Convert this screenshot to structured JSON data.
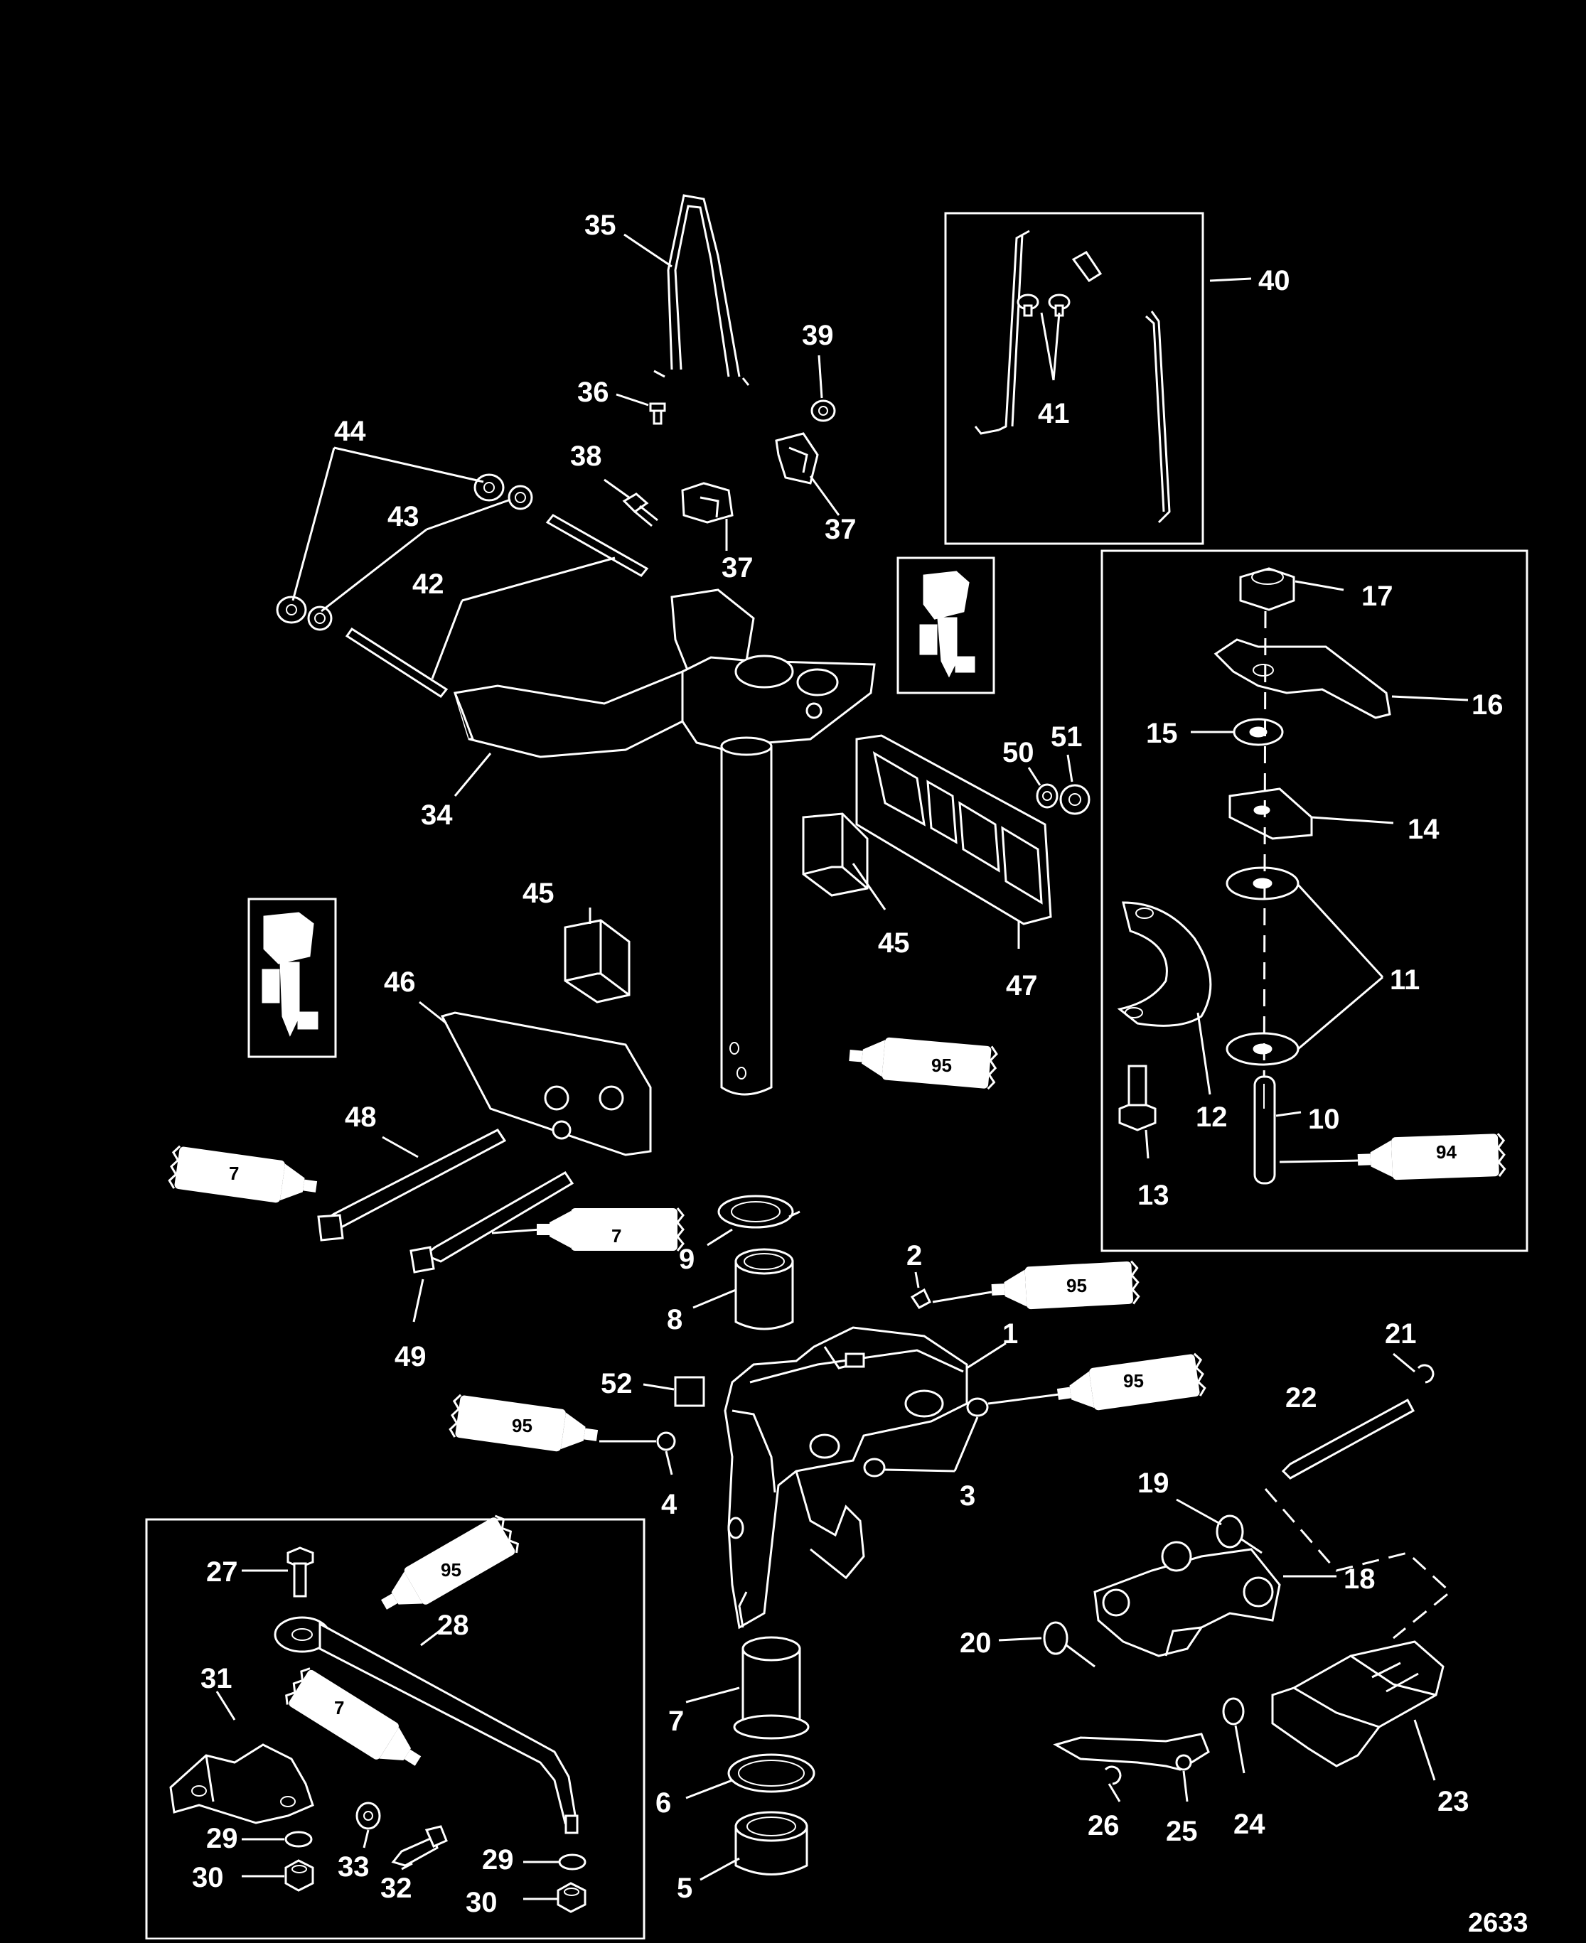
{
  "diagram": {
    "drawing_number": "2633",
    "callouts": {
      "c1": "1",
      "c2": "2",
      "c3": "3",
      "c4": "4",
      "c5": "5",
      "c6": "6",
      "c7": "7",
      "c8": "8",
      "c9": "9",
      "c10": "10",
      "c11": "11",
      "c12": "12",
      "c13": "13",
      "c14": "14",
      "c15": "15",
      "c16": "16",
      "c17": "17",
      "c18": "18",
      "c19": "19",
      "c20": "20",
      "c21": "21",
      "c22": "22",
      "c23": "23",
      "c24": "24",
      "c25": "25",
      "c26": "26",
      "c27": "27",
      "c28": "28",
      "c29a": "29",
      "c29b": "29",
      "c30a": "30",
      "c30b": "30",
      "c31": "31",
      "c32": "32",
      "c33": "33",
      "c34": "34",
      "c35": "35",
      "c36": "36",
      "c37a": "37",
      "c37b": "37",
      "c38": "38",
      "c39": "39",
      "c40": "40",
      "c41": "41",
      "c42": "42",
      "c43": "43",
      "c44": "44",
      "c45a": "45",
      "c45b": "45",
      "c46": "46",
      "c47": "47",
      "c48": "48",
      "c49": "49",
      "c50": "50",
      "c51": "51",
      "c52": "52"
    },
    "lubricant_tubes": {
      "t95_tube": "95",
      "t94_pin": "94",
      "t7_bolt48": "7",
      "t7_bolt49": "7",
      "t95_screw2": "95",
      "t95_bushing3": "95",
      "t95_screw4": "95",
      "t95_link27": "95",
      "t7_bolt32": "7"
    },
    "icons": {
      "outboard_thumbnail_a": "outboard-motor-icon",
      "outboard_thumbnail_b": "outboard-motor-icon",
      "lube_tube": "grease-tube-icon"
    },
    "colors": {
      "background": "#000000",
      "line": "#ffffff"
    }
  }
}
